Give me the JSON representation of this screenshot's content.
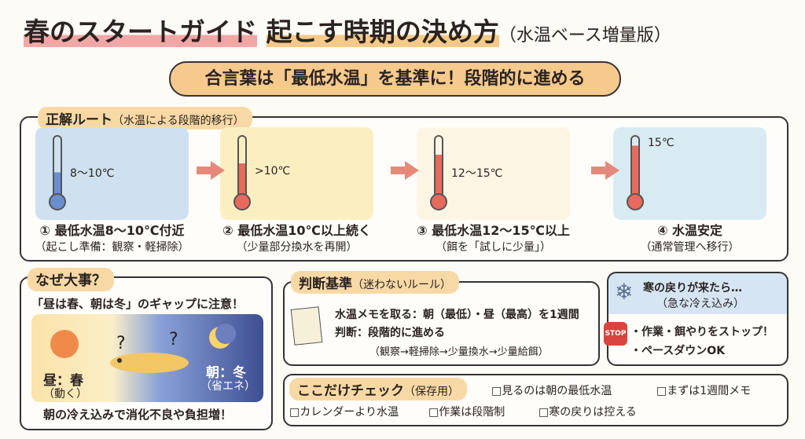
{
  "title": {
    "part1": "春のスタートガイド",
    "part2": "起こす時期の決め方",
    "part3": "（水温ベース増量版）"
  },
  "banner": "合言葉は「最低水温」を基準に！段階的に進める",
  "route": {
    "heading": "正解ルート",
    "heading_note": "（水温による段階的移行）",
    "steps": [
      {
        "temp": "8〜10℃",
        "label": "① 最低水温8〜10℃付近",
        "note": "（起こし準備：観察・軽掃除）"
      },
      {
        "temp": ">10℃",
        "label": "② 最低水温10℃以上続く",
        "note": "（少量部分換水を再開）"
      },
      {
        "temp": "12〜15℃",
        "label": "③ 最低水温12〜15℃以上",
        "note": "（餌を「試しに少量」）"
      },
      {
        "temp": "15℃",
        "label": "④ 水温安定",
        "note": "（通常管理へ移行）"
      }
    ]
  },
  "why": {
    "heading": "なぜ大事？",
    "lead": "「昼は春、朝は冬」のギャップに注意！",
    "day": "昼：春",
    "day_note": "（動く）",
    "morning": "朝：冬",
    "morning_note": "（省エネ）",
    "q": "?",
    "footer": "朝の冷え込みで消化不良や負担増！"
  },
  "criteria": {
    "heading": "判断基準",
    "heading_note": "（迷わないルール）",
    "line1": "水温メモを取る：朝（最低）・昼（最高）を1週間",
    "line2": "判断：段階的に進める",
    "line3": "（観察→軽掃除→少量換水→少量給餌）"
  },
  "cold": {
    "title": "寒の戻りが来たら…",
    "sub": "（急な冷え込み）",
    "stop": "STOP",
    "items": [
      "・作業・餌やりをストップ！",
      "・ペースダウンOK"
    ]
  },
  "check": {
    "heading": "ここだけチェック",
    "heading_note": "（保存用）",
    "items": [
      "□見るのは朝の最低水温",
      "□まずは1週間メモ",
      "□カレンダーより水温",
      "□作業は段階制",
      "□寒の戻りは控える"
    ]
  }
}
